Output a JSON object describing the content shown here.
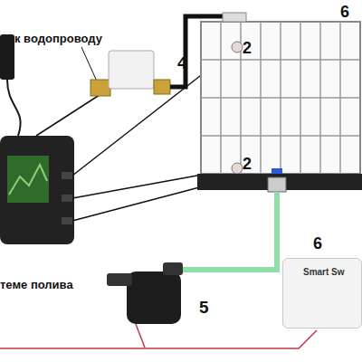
{
  "diagram": {
    "nodes": [
      {
        "text": [
          "Smart Sw"
        ]
      }
    ],
    "labels": [
      "к водопроводу",
      "4",
      "2",
      "2",
      "6",
      "теме полива",
      "5",
      "6"
    ]
  }
}
